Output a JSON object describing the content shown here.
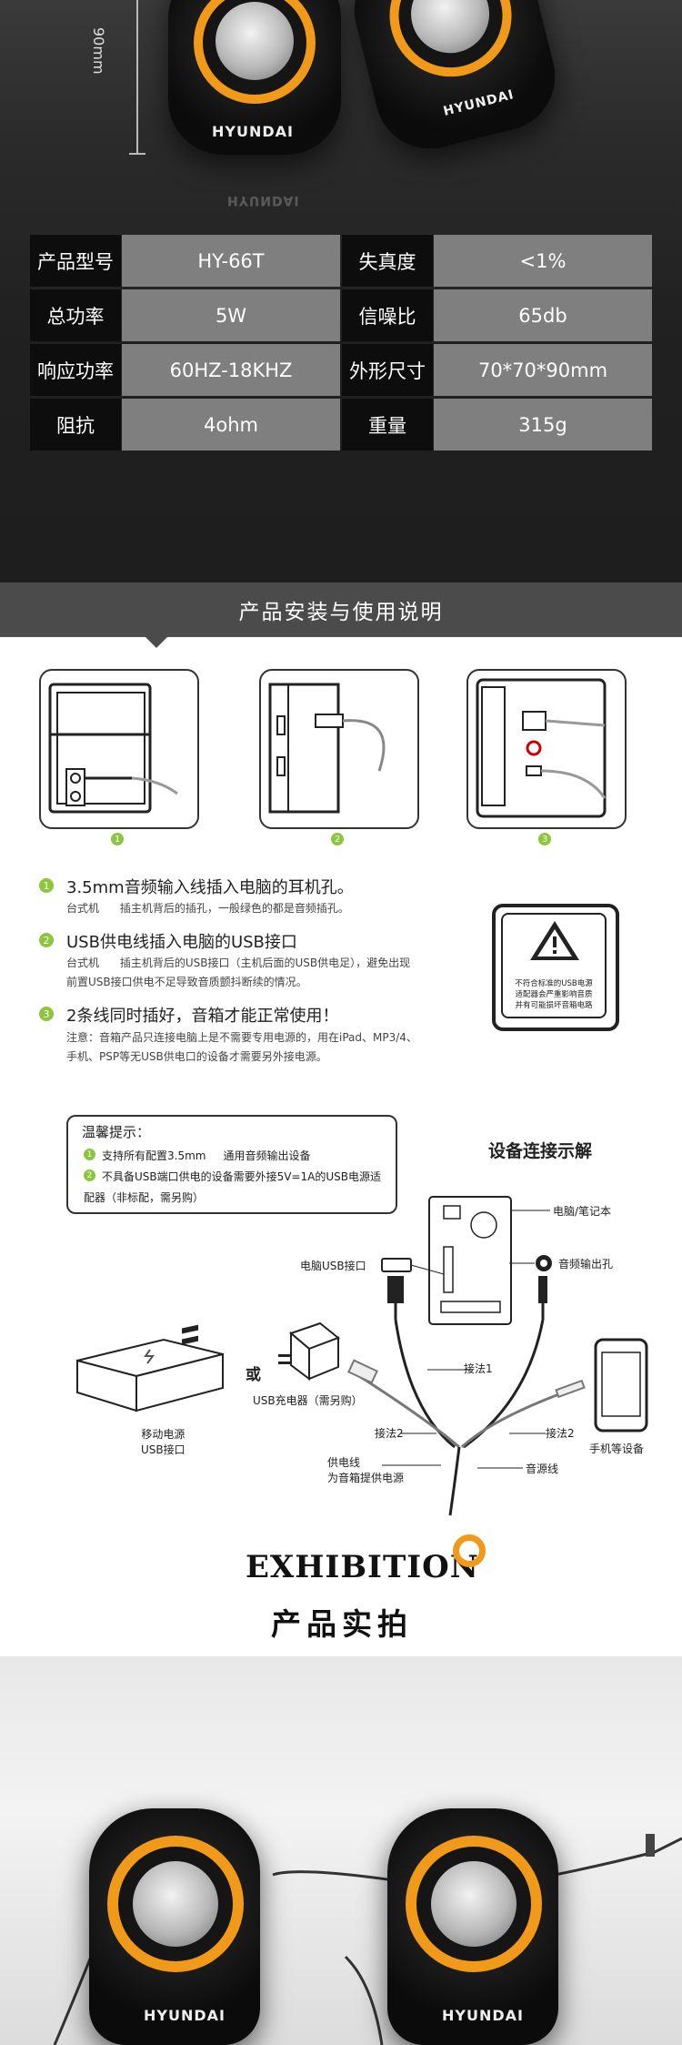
{
  "hero": {
    "dimension_label": "90mm",
    "brand_left": "HYUNDAI",
    "brand_right": "HYUNDAI",
    "reflection": "HYUNDAI"
  },
  "specs": {
    "rows": [
      {
        "l1": "产品型号",
        "v1": "HY-66T",
        "l2": "失真度",
        "v2": "<1%"
      },
      {
        "l1": "总功率",
        "v1": "5W",
        "l2": "信噪比",
        "v2": "65db"
      },
      {
        "l1": "响应功率",
        "v1": "60HZ-18KHZ",
        "l2": "外形尺寸",
        "v2": "70*70*90mm"
      },
      {
        "l1": "阻抗",
        "v1": "4ohm",
        "l2": "重量",
        "v2": "315g"
      }
    ]
  },
  "install": {
    "banner_title": "产品安装与使用说明",
    "steps": [
      "1",
      "2",
      "3"
    ],
    "items": [
      {
        "num": "1",
        "title": "3.5mm音频输入线插入电脑的耳机孔。",
        "sub1": "台式机      插主机背后的插孔，一般绿色的都是音频插孔。",
        "sub2": ""
      },
      {
        "num": "2",
        "title": "USB供电线插入电脑的USB接口",
        "sub1": "台式机      插主机背后的USB接口（主机后面的USB供电足），避免出现",
        "sub2": "前置USB接口供电不足导致音质颤抖断续的情况。"
      },
      {
        "num": "3",
        "title": "2条线同时插好，音箱才能正常使用！",
        "sub1": "注意：音箱产品只连接电脑上是不需要专用电源的，用在iPad、MP3/4、",
        "sub2": "手机、PSP等无USB供电口的设备才需要另外接电源。"
      }
    ],
    "warning_lines": [
      "不符合标准的USB电源",
      "适配器会严重影响音质",
      "并有可能损坏音箱电路"
    ]
  },
  "tips": {
    "title": "温馨提示：",
    "items": [
      {
        "num": "1",
        "text": "支持所有配置3.5mm     通用音频输出设备"
      },
      {
        "num": "2",
        "text": "不具备USB端口供电的设备需要外接5V=1A的USB电源适"
      }
    ],
    "continuation": "配器（非标配，需另购）"
  },
  "diagram": {
    "title": "设备连接示解",
    "pc_label": "电脑/笔记本",
    "usb_port_label": "电脑USB接口",
    "audio_out_label": "音频输出孔",
    "method1": "接法1",
    "method2_left": "接法2",
    "method2_right": "接法2",
    "or_text": "或",
    "power_bank_label1": "移动电源",
    "power_bank_label2": "USB接口",
    "charger_label": "USB充电器（需另购）",
    "power_line_label1": "供电线",
    "power_line_label2": "为音箱提供电源",
    "audio_line_label": "音源线",
    "phone_label": "手机等设备"
  },
  "exhibition": {
    "title": "EXHIBITION",
    "subtitle": "产品实拍"
  },
  "photo": {
    "brand_left": "HYUNDAI",
    "brand_right": "HYUNDAI"
  },
  "colors": {
    "accent_orange": "#f19a1a",
    "accent_green": "#8cc63f",
    "label_bg": "#0d0d0d",
    "value_bg": "#7f7f7f"
  }
}
